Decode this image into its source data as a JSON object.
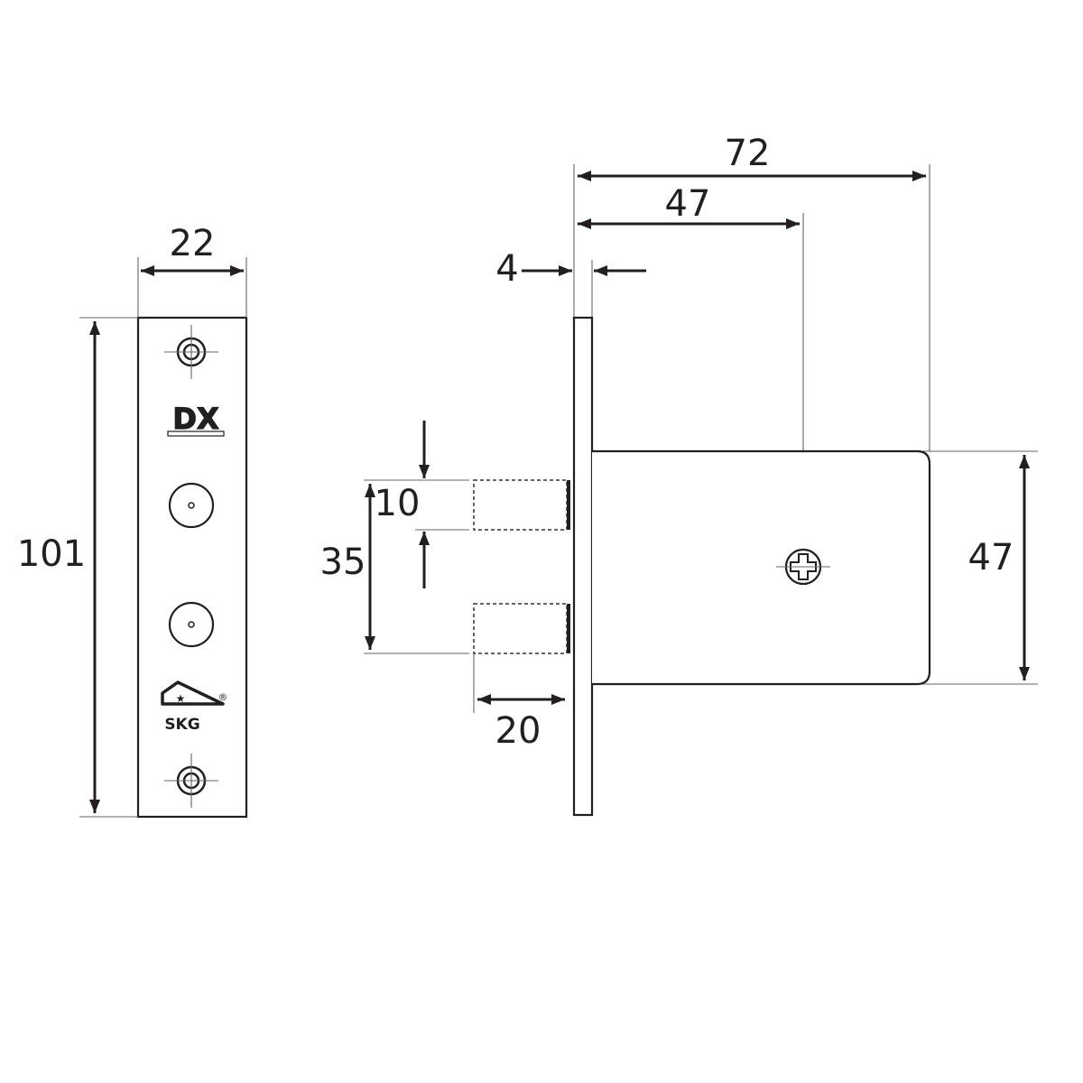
{
  "strike_plate": {
    "width_label": "22",
    "height_label": "101",
    "brand_logo": "DX",
    "cert_logo": "SKG",
    "registered_mark": "®"
  },
  "lock_side": {
    "total_depth_label": "72",
    "backset_label": "47",
    "faceplate_thickness_label": "4",
    "bolt_diameter_label": "10",
    "bolt_spacing_label": "35",
    "bolt_throw_label": "20",
    "body_height_label": "47"
  }
}
